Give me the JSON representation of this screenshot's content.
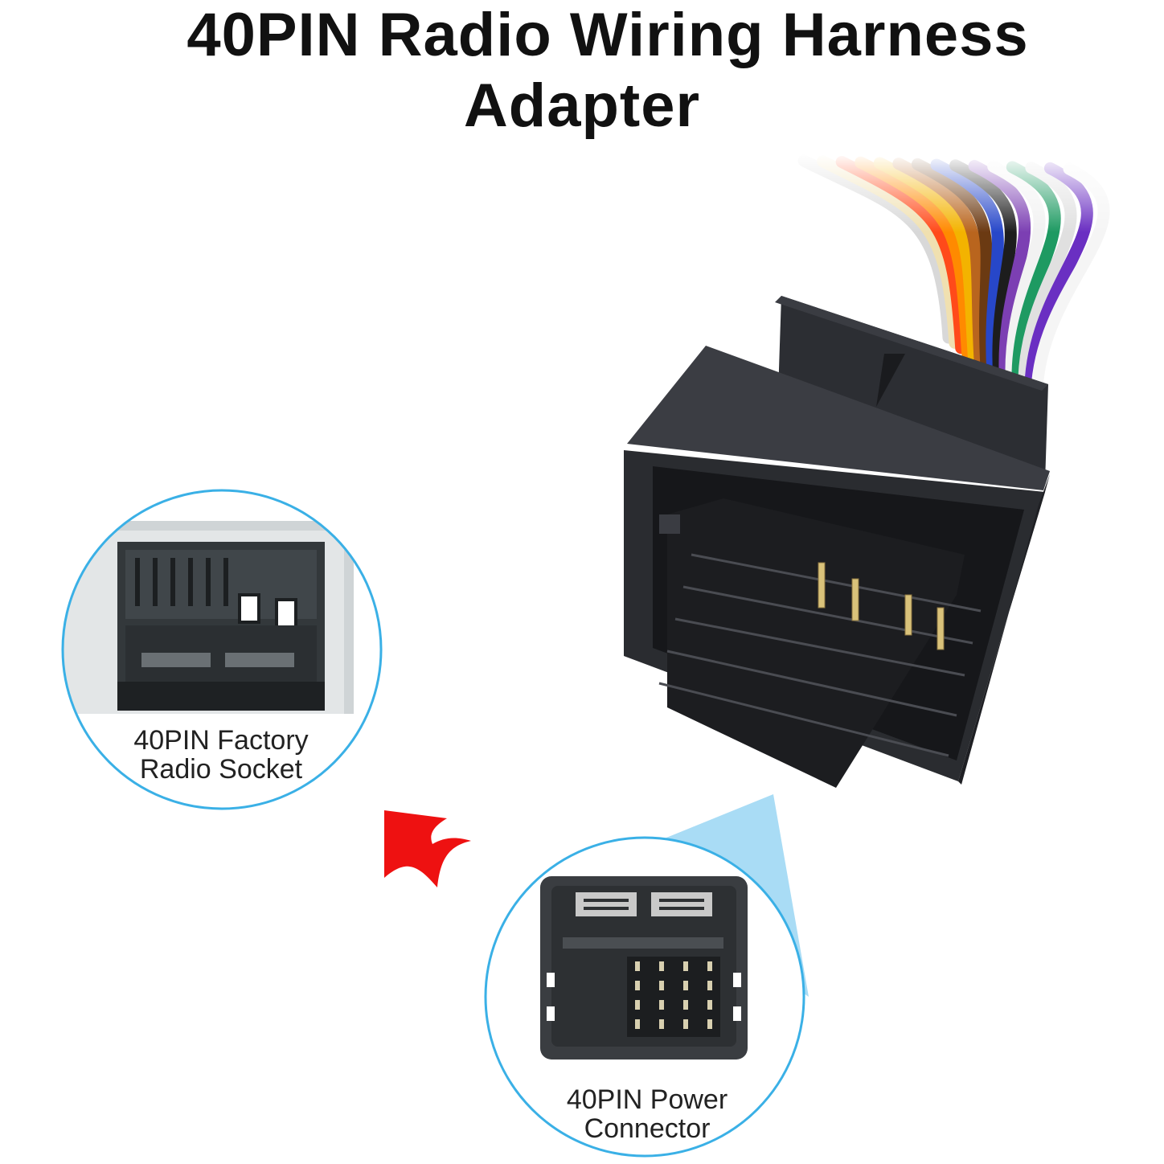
{
  "title": {
    "line1": "40PIN Radio Wiring Harness",
    "line2": "Adapter"
  },
  "callouts": {
    "socket": {
      "line1": "40PIN Factory",
      "line2": "Radio Socket"
    },
    "power": {
      "line1": "40PIN Power",
      "line2": "Connector"
    }
  },
  "icons": {
    "arrow": "red-curved-arrow-icon"
  },
  "colors": {
    "callout_ring": "#3ab0e6",
    "callout_beam": "#a9dcf5",
    "arrow": "#ee1111",
    "connector_body": "#2a2c30",
    "text": "#111111"
  },
  "wires": [
    "#d8d8d8",
    "#f0e0b0",
    "#ff4a1a",
    "#ff8a00",
    "#f3b300",
    "#b9651e",
    "#6b3a12",
    "#2747c9",
    "#1d1d1d",
    "#7c3fb3",
    "#f2f2f2",
    "#1e9a62",
    "#e0e0e0",
    "#6a2fc2",
    "#f5f5f5"
  ]
}
